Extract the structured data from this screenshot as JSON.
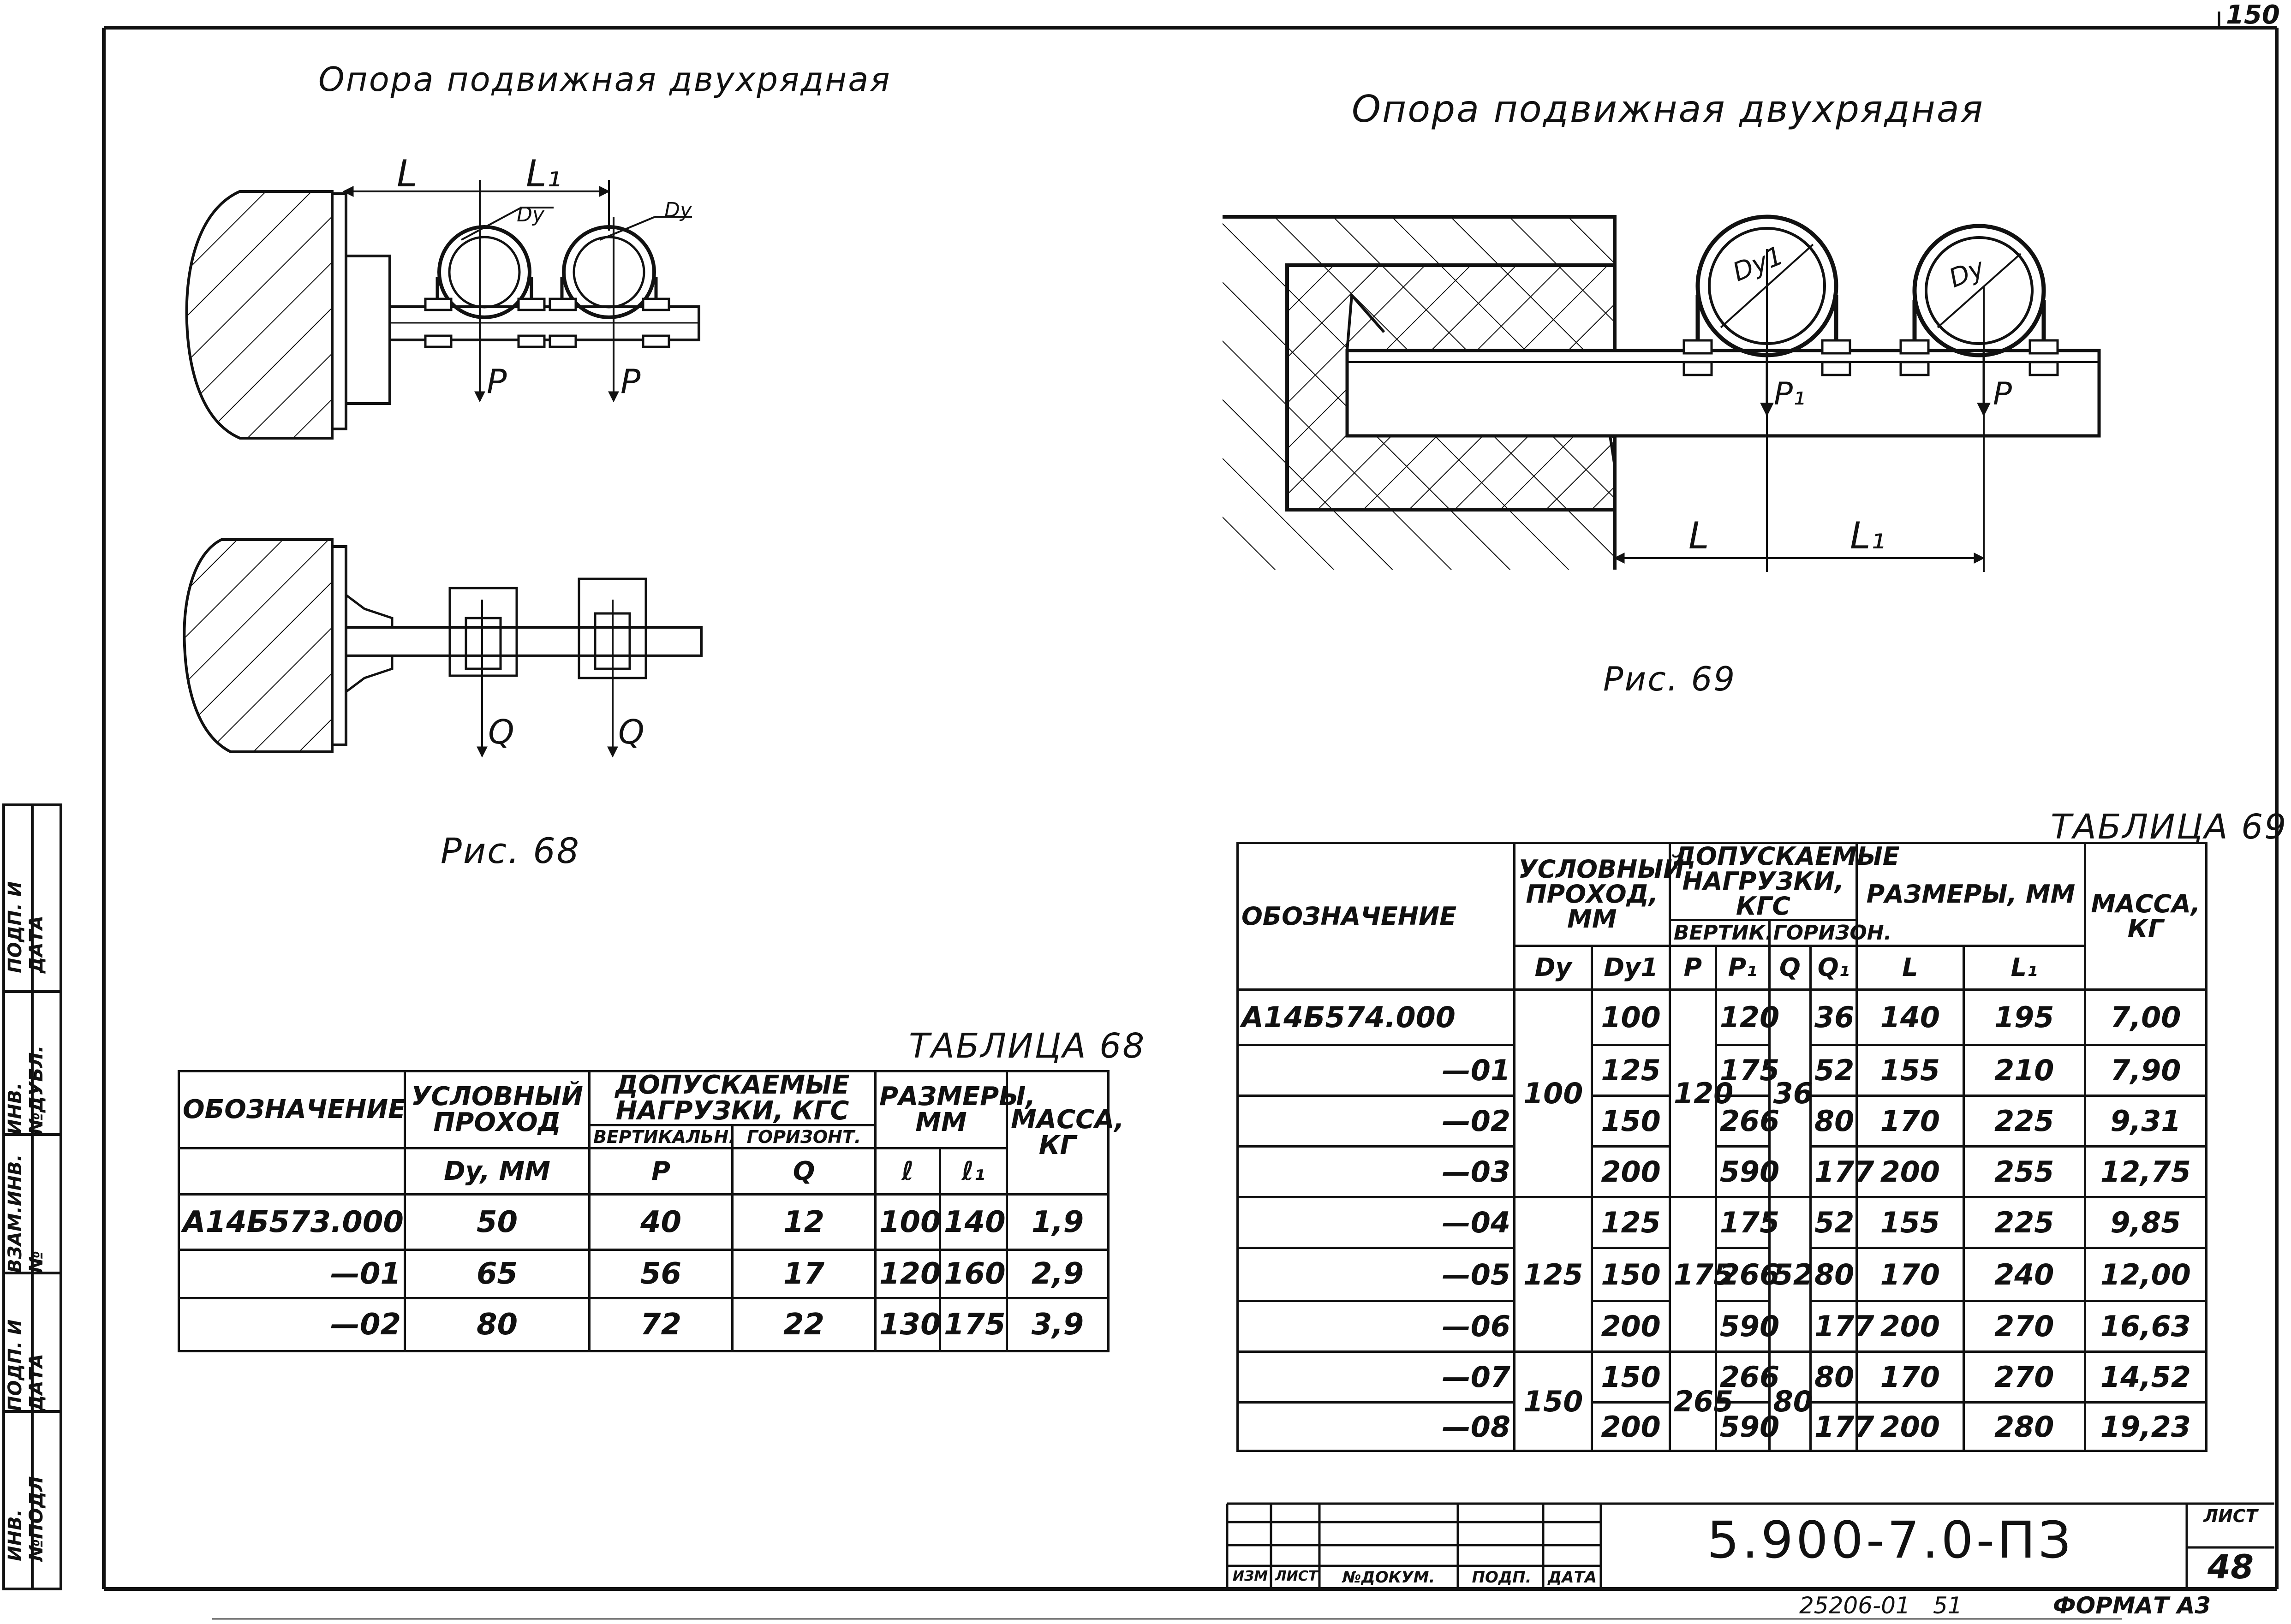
{
  "sheet": {
    "corner_number": "150",
    "sheet_label": "ЛИСТ",
    "sheet_number": "48",
    "doc_code": "5.900-7.0-ПЗ",
    "format": "ФОРМАТ А3",
    "inventory": "25206-01",
    "inventory_num": "51",
    "titleblock_headers": [
      "ИЗМ",
      "ЛИСТ",
      "№ДОКУМ.",
      "ПОДП.",
      "ДАТА"
    ],
    "side_stamp": [
      "ИНВ.№ПОДЛ",
      "ПОДП. И ДАТА",
      "ВЗАМ.ИНВ.№",
      "ИНВ.№ДУБЛ.",
      "ПОДП. И ДАТА"
    ]
  },
  "fig68": {
    "title": "Опора подвижная двухрядная",
    "caption": "Рис. 68",
    "labels": {
      "L": "L",
      "L1": "L₁",
      "Dy": "Dy",
      "P": "P",
      "Q": "Q"
    }
  },
  "fig69": {
    "title": "Опора подвижная двухрядная",
    "caption": "Рис. 69",
    "labels": {
      "L": "L",
      "L1": "L₁",
      "Dy": "Dy",
      "Dy1": "Dy1",
      "P": "P",
      "P1": "P₁"
    }
  },
  "table68": {
    "caption": "ТАБЛИЦА 68",
    "headers": {
      "designation": "ОБОЗНАЧЕНИЕ",
      "nominal_bore": "УСЛОВНЫЙ ПРОХОД",
      "loads": "ДОПУСКАЕМЫЕ НАГРУЗКИ, КГС",
      "vertical": "ВЕРТИКАЛЬН.",
      "horizontal": "ГОРИЗОНТ.",
      "sizes": "РАЗМЕРЫ, ММ",
      "mass": "МАССА, КГ",
      "dy": "Dy, ММ",
      "p": "P",
      "q": "Q",
      "l": "ℓ",
      "l1": "ℓ₁"
    },
    "rows": [
      {
        "designation": "А14Б573.000",
        "dy": "50",
        "p": "40",
        "q": "12",
        "l": "100",
        "l1": "140",
        "mass": "1,9"
      },
      {
        "designation": "—01",
        "dy": "65",
        "p": "56",
        "q": "17",
        "l": "120",
        "l1": "160",
        "mass": "2,9"
      },
      {
        "designation": "—02",
        "dy": "80",
        "p": "72",
        "q": "22",
        "l": "130",
        "l1": "175",
        "mass": "3,9"
      }
    ]
  },
  "table69": {
    "caption": "ТАБЛИЦА 69",
    "headers": {
      "designation": "ОБОЗНАЧЕНИЕ",
      "nominal_bore": "УСЛОВНЫЙ ПРОХОД, ММ",
      "loads": "ДОПУСКАЕМЫЕ НАГРУЗКИ, КГС",
      "vertical": "ВЕРТИК.",
      "horizontal": "ГОРИЗОН.",
      "sizes": "РАЗМЕРЫ, ММ",
      "mass": "МАССА, КГ",
      "dy": "Dy",
      "dy1": "Dy1",
      "p": "P",
      "p1": "P₁",
      "q": "Q",
      "q1": "Q₁",
      "L": "L",
      "L1": "L₁"
    },
    "groups": [
      {
        "dy": "100",
        "p": "120",
        "q": "36"
      },
      {
        "dy": "125",
        "p": "175",
        "q": "52"
      },
      {
        "dy": "150",
        "p": "265",
        "q": "80"
      }
    ],
    "rows": [
      {
        "designation": "А14Б574.000",
        "dy1": "100",
        "p1": "120",
        "q1": "36",
        "L": "140",
        "L1": "195",
        "mass": "7,00"
      },
      {
        "designation": "—01",
        "dy1": "125",
        "p1": "175",
        "q1": "52",
        "L": "155",
        "L1": "210",
        "mass": "7,90"
      },
      {
        "designation": "—02",
        "dy1": "150",
        "p1": "266",
        "q1": "80",
        "L": "170",
        "L1": "225",
        "mass": "9,31"
      },
      {
        "designation": "—03",
        "dy1": "200",
        "p1": "590",
        "q1": "177",
        "L": "200",
        "L1": "255",
        "mass": "12,75"
      },
      {
        "designation": "—04",
        "dy1": "125",
        "p1": "175",
        "q1": "52",
        "L": "155",
        "L1": "225",
        "mass": "9,85"
      },
      {
        "designation": "—05",
        "dy1": "150",
        "p1": "266",
        "q1": "80",
        "L": "170",
        "L1": "240",
        "mass": "12,00"
      },
      {
        "designation": "—06",
        "dy1": "200",
        "p1": "590",
        "q1": "177",
        "L": "200",
        "L1": "270",
        "mass": "16,63"
      },
      {
        "designation": "—07",
        "dy1": "150",
        "p1": "266",
        "q1": "80",
        "L": "170",
        "L1": "270",
        "mass": "14,52"
      },
      {
        "designation": "—08",
        "dy1": "200",
        "p1": "590",
        "q1": "177",
        "L": "200",
        "L1": "280",
        "mass": "19,23"
      }
    ]
  }
}
